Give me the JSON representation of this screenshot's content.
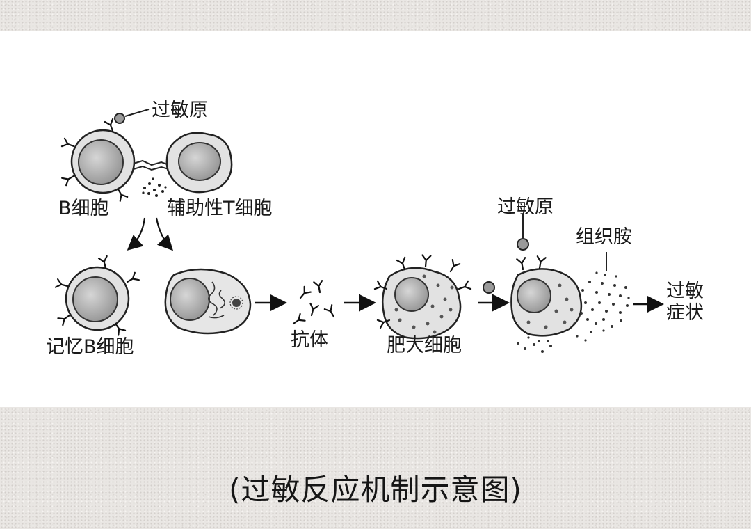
{
  "labels": {
    "allergen_top": "过敏原",
    "b_cell": "B细胞",
    "helper_t_cell": "辅助性T细胞",
    "memory_b_cell": "记忆B细胞",
    "antibody": "抗体",
    "mast_cell": "肥大细胞",
    "allergen_right": "过敏原",
    "histamine": "组织胺",
    "allergy_symptoms_line1": "过敏",
    "allergy_symptoms_line2": "症状"
  },
  "caption": "(过敏反应机制示意图)",
  "colors": {
    "cell_fill": "#d9d9d9",
    "nucleus_fill": "#a8a8a8",
    "stroke": "#222222",
    "panel": "#ffffff"
  }
}
